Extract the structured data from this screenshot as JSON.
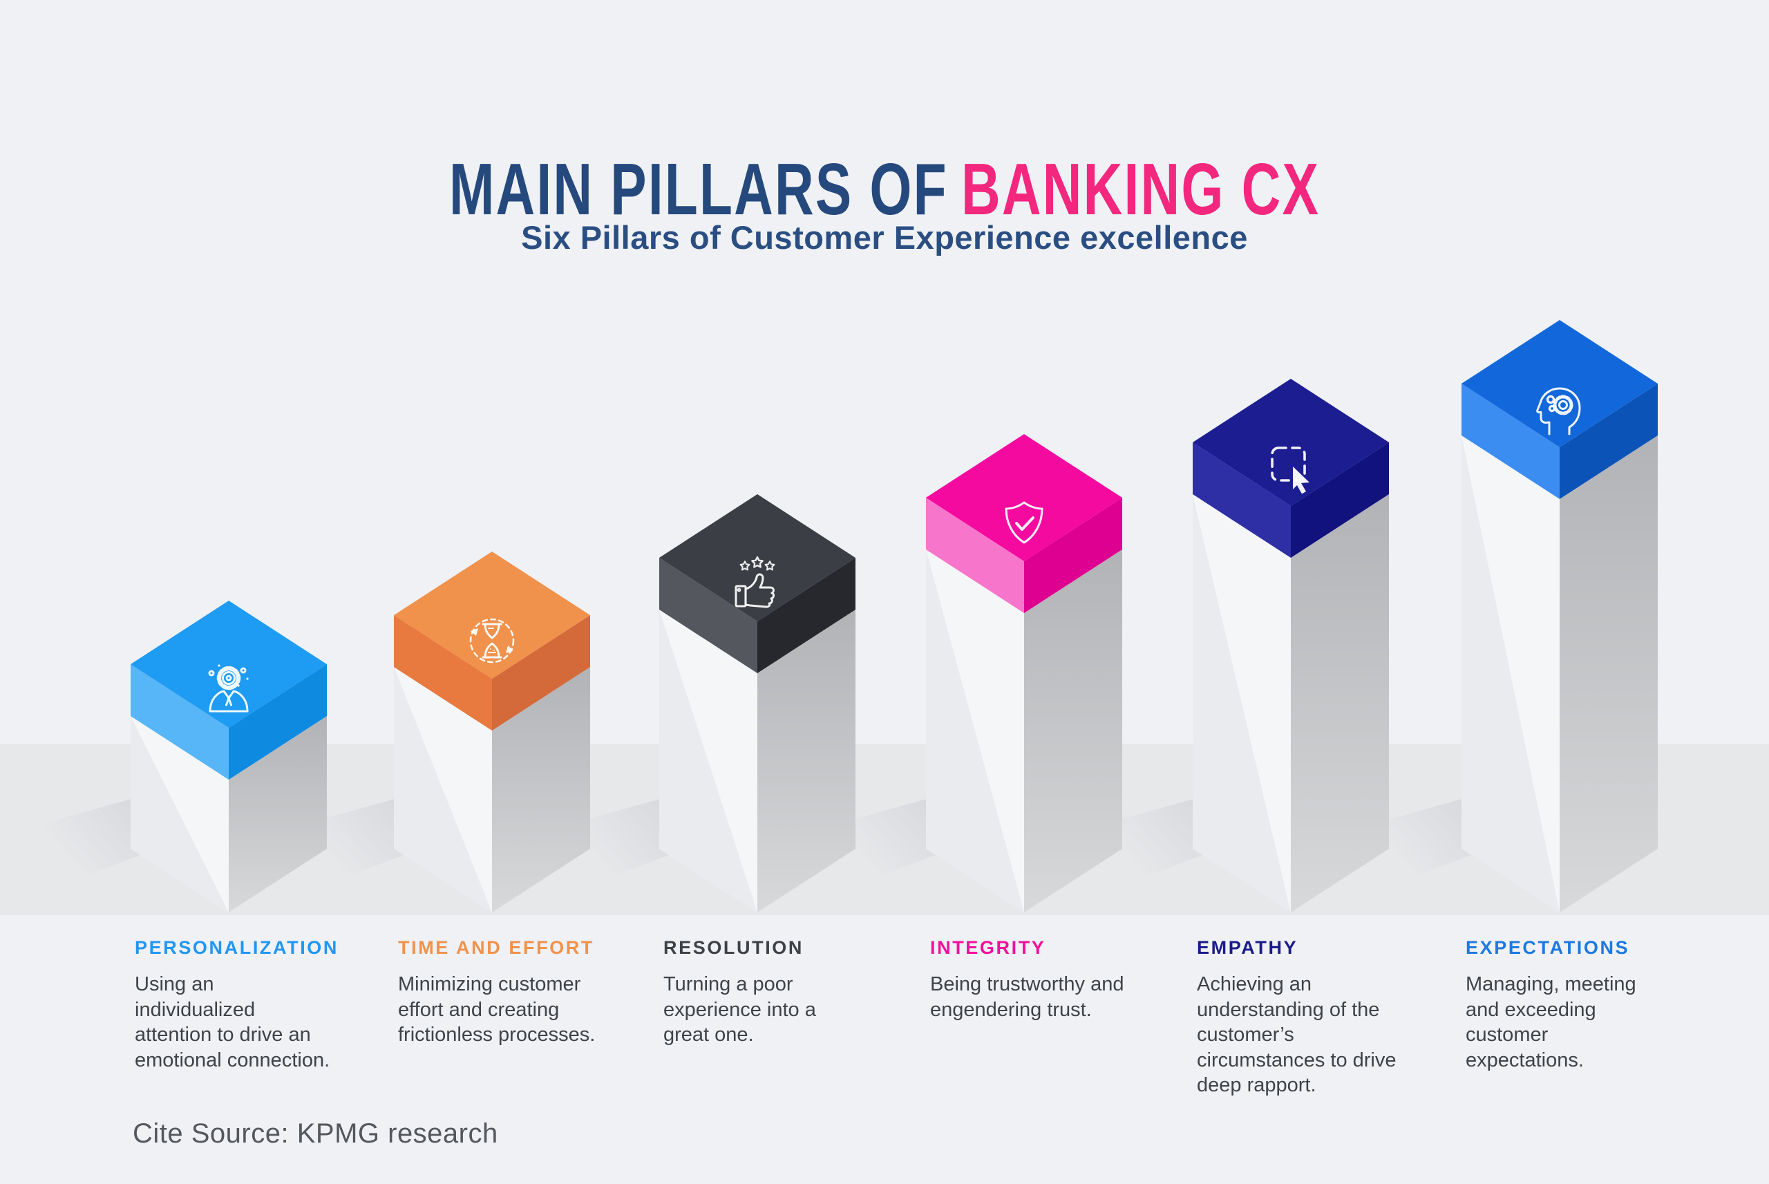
{
  "title": {
    "prefix": "MAIN PILLARS OF",
    "highlight": "BANKING CX"
  },
  "subtitle": "Six Pillars of Customer Experience excellence",
  "source_note": "Cite Source: KPMG research",
  "colors": {
    "background": "#EFF1F5",
    "floor_band": "#E7E8EA",
    "title_primary": "#25497D",
    "title_accent": "#F3277E",
    "subtitle": "#2A4E82",
    "body_text": "#3F4347",
    "source_text": "#54575B"
  },
  "pillars": [
    {
      "name": "personalization",
      "label": "PERSONALIZATION",
      "label_color": "#2196F3",
      "description": "Using an individualized attention to drive an emotional connection.",
      "icon": "person-gear-icon",
      "cap": {
        "top": "#1E9BF2",
        "left": "#57B6F7",
        "right": "#0E8BE1"
      }
    },
    {
      "name": "time-and-effort",
      "label": "TIME AND EFFORT",
      "label_color": "#F0924B",
      "description": "Minimizing customer effort and creating frictionless processes.",
      "icon": "hourglass-cycle-icon",
      "cap": {
        "top": "#F0914C",
        "left": "#E8793F",
        "right": "#D4693A"
      }
    },
    {
      "name": "resolution",
      "label": "RESOLUTION",
      "label_color": "#3E4145",
      "description": "Turning a poor experience into a great one.",
      "icon": "thumbs-up-stars-icon",
      "cap": {
        "top": "#3B3E44",
        "left": "#54575E",
        "right": "#26282D"
      }
    },
    {
      "name": "integrity",
      "label": "INTEGRITY",
      "label_color": "#F2109B",
      "description": "Being trustworthy and engendering trust.",
      "icon": "shield-check-icon",
      "cap": {
        "top": "#F50AA0",
        "left": "#F775CA",
        "right": "#DE0090"
      }
    },
    {
      "name": "empathy",
      "label": "EMPATHY",
      "label_color": "#1B1B8A",
      "description": "Achieving an understanding of the customer’s circumstances to drive deep rapport.",
      "icon": "cursor-select-icon",
      "cap": {
        "top": "#1D1D92",
        "left": "#2F2FA5",
        "right": "#12127E"
      }
    },
    {
      "name": "expectations",
      "label": "EXPECTATIONS",
      "label_color": "#1D79E0",
      "description": "Managing, meeting and exceeding customer expectations.",
      "icon": "head-gears-icon",
      "cap": {
        "top": "#1268DA",
        "left": "#3C8DF2",
        "right": "#0C53B8"
      }
    }
  ]
}
